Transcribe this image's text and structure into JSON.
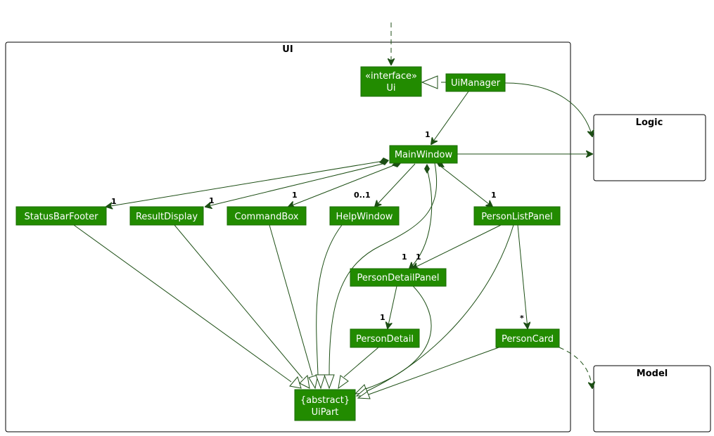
{
  "colors": {
    "node_fill": "#228b00",
    "node_text": "#ffffff",
    "edge": "#1c4e14"
  },
  "packages": {
    "ui": "UI",
    "logic": "Logic",
    "model": "Model"
  },
  "nodes": {
    "ui_interface": {
      "stereotype": "«interface»",
      "name": "Ui"
    },
    "ui_manager": "UiManager",
    "main_window": "MainWindow",
    "status_bar_footer": "StatusBarFooter",
    "result_display": "ResultDisplay",
    "command_box": "CommandBox",
    "help_window": "HelpWindow",
    "person_list_panel": "PersonListPanel",
    "person_detail_panel": "PersonDetailPanel",
    "person_detail": "PersonDetail",
    "person_card": "PersonCard",
    "ui_part": {
      "stereotype": "{abstract}",
      "name": "UiPart"
    }
  },
  "multiplicities": {
    "uimanager_mainwindow": "1",
    "mw_statusbar": "1",
    "mw_result": "1",
    "mw_command": "1",
    "mw_help": "0..1",
    "mw_personlist": "1",
    "mw_detailpanel": "1",
    "list_detailpanel": "1",
    "detailpanel_detail": "1",
    "list_card": "*"
  }
}
